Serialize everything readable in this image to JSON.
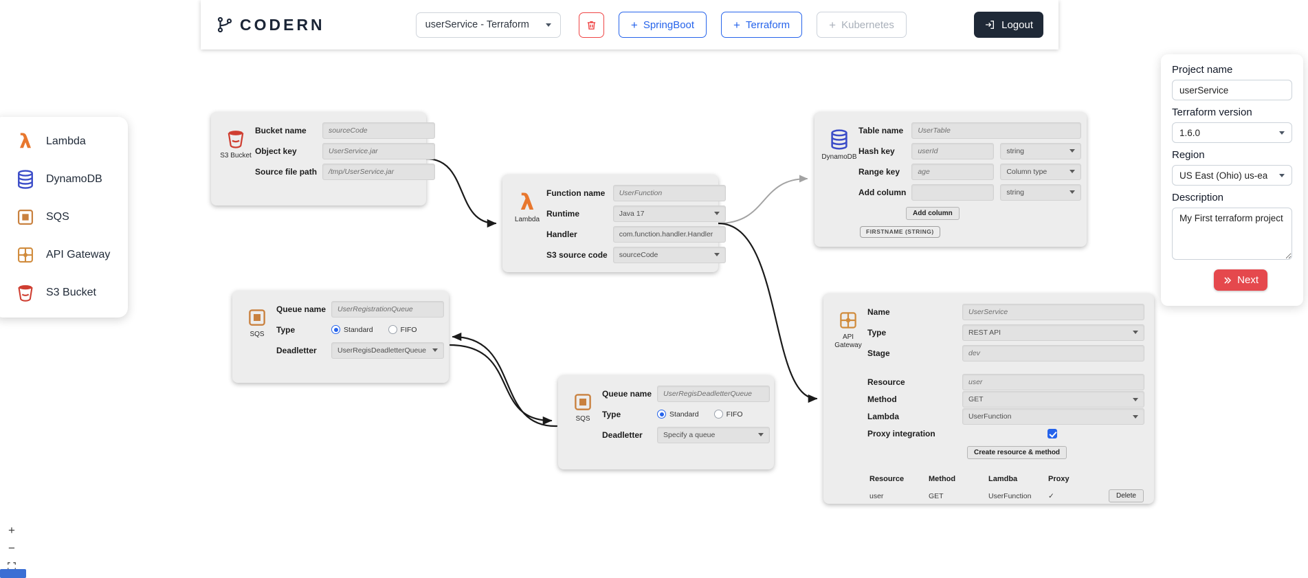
{
  "header": {
    "brand": "CODERN",
    "workspace_select": "userService - Terraform",
    "plus": "+",
    "add_springboot": "SpringBoot",
    "add_terraform": "Terraform",
    "add_kubernetes": "Kubernetes",
    "logout": "Logout"
  },
  "palette": {
    "items": [
      {
        "label": "Lambda",
        "icon": "lambda-icon"
      },
      {
        "label": "DynamoDB",
        "icon": "dynamodb-icon"
      },
      {
        "label": "SQS",
        "icon": "sqs-icon"
      },
      {
        "label": "API Gateway",
        "icon": "api-gateway-icon"
      },
      {
        "label": "S3 Bucket",
        "icon": "s3-bucket-icon"
      }
    ]
  },
  "canvas": {
    "s3_node": {
      "type": "S3 Bucket",
      "bucket_name_label": "Bucket name",
      "bucket_name": "sourceCode",
      "object_key_label": "Object key",
      "object_key": "UserService.jar",
      "source_path_label": "Source file path",
      "source_path": "/tmp/UserService.jar"
    },
    "lambda_node": {
      "type": "Lambda",
      "function_name_label": "Function name",
      "function_name": "UserFunction",
      "runtime_label": "Runtime",
      "runtime": "Java 17",
      "handler_label": "Handler",
      "handler": "com.function.handler.Handler",
      "s3_source_label": "S3 source code",
      "s3_source": "sourceCode"
    },
    "dynamodb_node": {
      "type": "DynamoDB",
      "table_name_label": "Table name",
      "table_name": "UserTable",
      "hash_key_label": "Hash key",
      "hash_key": "userId",
      "hash_key_type": "string",
      "range_key_label": "Range key",
      "range_key": "age",
      "range_key_type": "Column type",
      "add_column_label": "Add column",
      "add_column_value": "",
      "add_column_type": "string",
      "add_column_button": "Add column",
      "column_chip": "FIRSTNAME (STRING)"
    },
    "sqs_registration_node": {
      "type": "SQS",
      "queue_name_label": "Queue name",
      "queue_name": "UserRegistrationQueue",
      "type_label": "Type",
      "standard": "Standard",
      "fifo": "FIFO",
      "deadletter_label": "Deadletter",
      "deadletter": "UserRegisDeadletterQueue"
    },
    "sqs_deadletter_node": {
      "type": "SQS",
      "queue_name_label": "Queue name",
      "queue_name": "UserRegisDeadletterQueue",
      "type_label": "Type",
      "standard": "Standard",
      "fifo": "FIFO",
      "deadletter_label": "Deadletter",
      "deadletter": "Specify a queue"
    },
    "api_gateway_node": {
      "type": "API Gateway",
      "name_label": "Name",
      "name": "UserService",
      "type_label": "Type",
      "api_type": "REST API",
      "stage_label": "Stage",
      "stage": "dev",
      "resource_label": "Resource",
      "resource": "user",
      "method_label": "Method",
      "method": "GET",
      "lambda_label": "Lambda",
      "lambda": "UserFunction",
      "proxy_label": "Proxy integration",
      "create_button": "Create resource & method",
      "table": {
        "headers": [
          "Resource",
          "Method",
          "Lamdba",
          "Proxy"
        ],
        "row": {
          "resource": "user",
          "method": "GET",
          "lambda": "UserFunction",
          "proxy": "✓",
          "delete": "Delete"
        }
      }
    }
  },
  "inspector": {
    "project_name_label": "Project name",
    "project_name": "userService",
    "terraform_version_label": "Terraform version",
    "terraform_version": "1.6.0",
    "region_label": "Region",
    "region": "US East (Ohio) us-ea",
    "description_label": "Description",
    "description": "My First terraform project",
    "next": "Next"
  },
  "controls": {
    "zoom_in": "+",
    "zoom_out": "−"
  },
  "colors": {
    "accent_blue": "#2563eb",
    "danger_red": "#ef4444",
    "next_red": "#e5484d",
    "logout_dark": "#1f2937",
    "lambda_orange": "#e8772e",
    "dynamodb_blue": "#3b4cc8",
    "sqs_orange": "#c9813f",
    "apigw_orange": "#d08b3c",
    "s3_red": "#cf3e31",
    "edge_dark": "#1a1a1a",
    "edge_gray": "#a3a3a3",
    "attribution_blue": "#3b6fd4"
  }
}
